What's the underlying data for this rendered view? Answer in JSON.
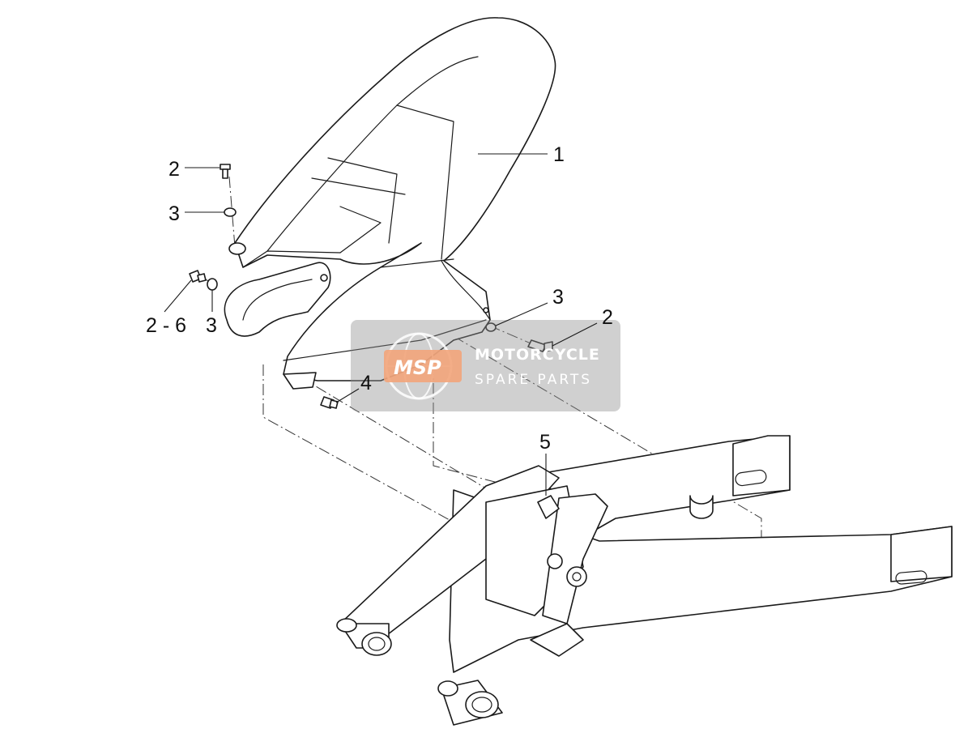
{
  "callouts": [
    {
      "id": "c1",
      "text": "1"
    },
    {
      "id": "c2a",
      "text": "2"
    },
    {
      "id": "c3a",
      "text": "3"
    },
    {
      "id": "c26",
      "text": "2 - 6"
    },
    {
      "id": "c3b",
      "text": "3"
    },
    {
      "id": "c3c",
      "text": "3"
    },
    {
      "id": "c2b",
      "text": "2"
    },
    {
      "id": "c4",
      "text": "4"
    },
    {
      "id": "c5",
      "text": "5"
    }
  ],
  "watermark": {
    "badge": "MSP",
    "title": "MOTORCYCLE",
    "subtitle": "SPARE PARTS"
  },
  "colors": {
    "line": "#1a1a1a",
    "watermark_box": "#8e8e8e",
    "watermark_badge": "#f2a47a"
  }
}
